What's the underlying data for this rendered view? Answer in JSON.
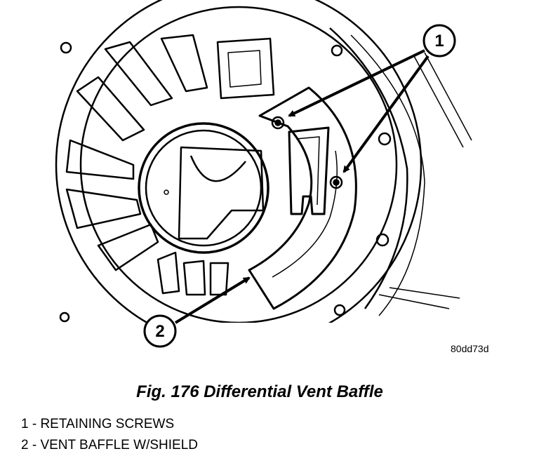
{
  "figure": {
    "callouts": [
      {
        "number": "1"
      },
      {
        "number": "2"
      }
    ],
    "ref_code": "80dd73d",
    "caption": "Fig. 176 Differential Vent Baffle"
  },
  "legend": {
    "items": [
      "1 - RETAINING SCREWS",
      "2 - VENT BAFFLE W/SHIELD"
    ]
  },
  "colors": {
    "line": "#000000",
    "background": "#ffffff"
  }
}
